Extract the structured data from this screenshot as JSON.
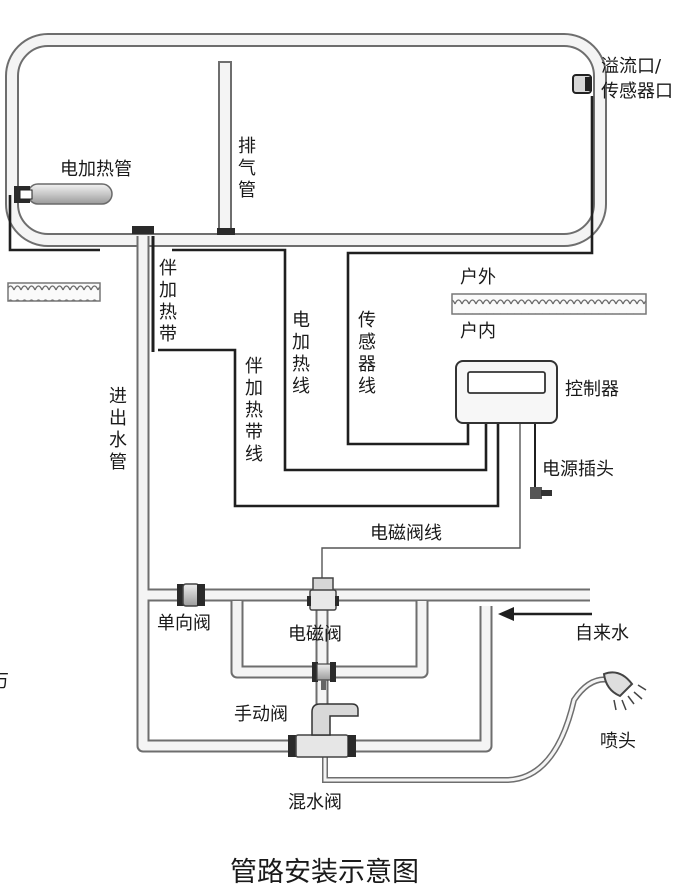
{
  "labels": {
    "overflow_port": "溢流口/",
    "sensor_port": "传感器口",
    "heating_tube": "电加热管",
    "exhaust_pipe": "排气管",
    "heat_tape": "伴加热带",
    "electric_heating_wire": "电加热线",
    "sensor_wire": "传感器线",
    "outdoor": "户外",
    "indoor": "户内",
    "controller": "控制器",
    "inlet_outlet_pipe": "进出水管",
    "heat_tape_wire": "伴加热带线",
    "power_plug": "电源插头",
    "solenoid_valve_wire": "电磁阀线",
    "check_valve": "单向阀",
    "solenoid_valve": "电磁阀",
    "tap_water": "自来水",
    "manual_valve": "手动阀",
    "shower_head": "喷头",
    "mixing_valve": "混水阀",
    "edge_glyph": "万"
  },
  "title": "管路安装示意图",
  "colors": {
    "pipe_fill": "#f4f4f4",
    "pipe_edge": "#6e6e6e",
    "wire": "#1f1f1f",
    "text": "#1a1a1a"
  }
}
